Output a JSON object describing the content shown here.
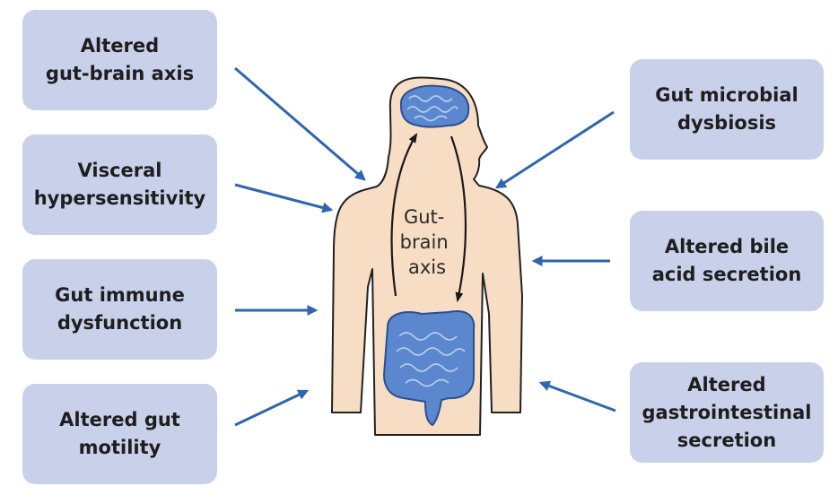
{
  "factors_left": [
    {
      "lines": [
        "Altered",
        "gut-brain axis"
      ]
    },
    {
      "lines": [
        "Visceral",
        "hypersensitivity"
      ]
    },
    {
      "lines": [
        "Gut immune",
        "dysfunction"
      ]
    },
    {
      "lines": [
        "Altered gut",
        "motility"
      ]
    }
  ],
  "factors_right": [
    {
      "lines": [
        "Gut microbial",
        "dysbiosis"
      ]
    },
    {
      "lines": [
        "Altered bile",
        "acid secretion"
      ]
    },
    {
      "lines": [
        "Altered",
        "gastrointestinal",
        "secretion"
      ]
    }
  ],
  "center": {
    "label_lines": [
      "Gut-",
      "brain",
      "axis"
    ]
  },
  "colors": {
    "box_fill": "#c9d1ea",
    "arrow": "#2f66b0",
    "skin": "#f7ddc4",
    "organ": "#5b87cf",
    "outline": "#222222"
  }
}
